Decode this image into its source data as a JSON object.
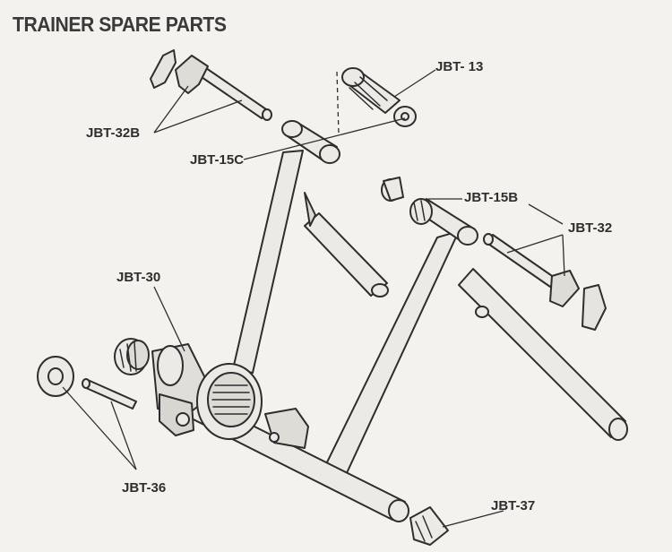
{
  "title": "TRAINER SPARE PARTS",
  "labels": {
    "jbt13": "JBT- 13",
    "jbt32b": "JBT-32B",
    "jbt15c": "JBT-15C",
    "jbt15b": "JBT-15B",
    "jbt32": "JBT-32",
    "jbt30": "JBT-30",
    "jbt36": "JBT-36",
    "jbt37": "JBT-37"
  },
  "colors": {
    "background": "#f3f2ef",
    "ink": "#2e2e2e",
    "part_fill": "#e9e8e4"
  }
}
